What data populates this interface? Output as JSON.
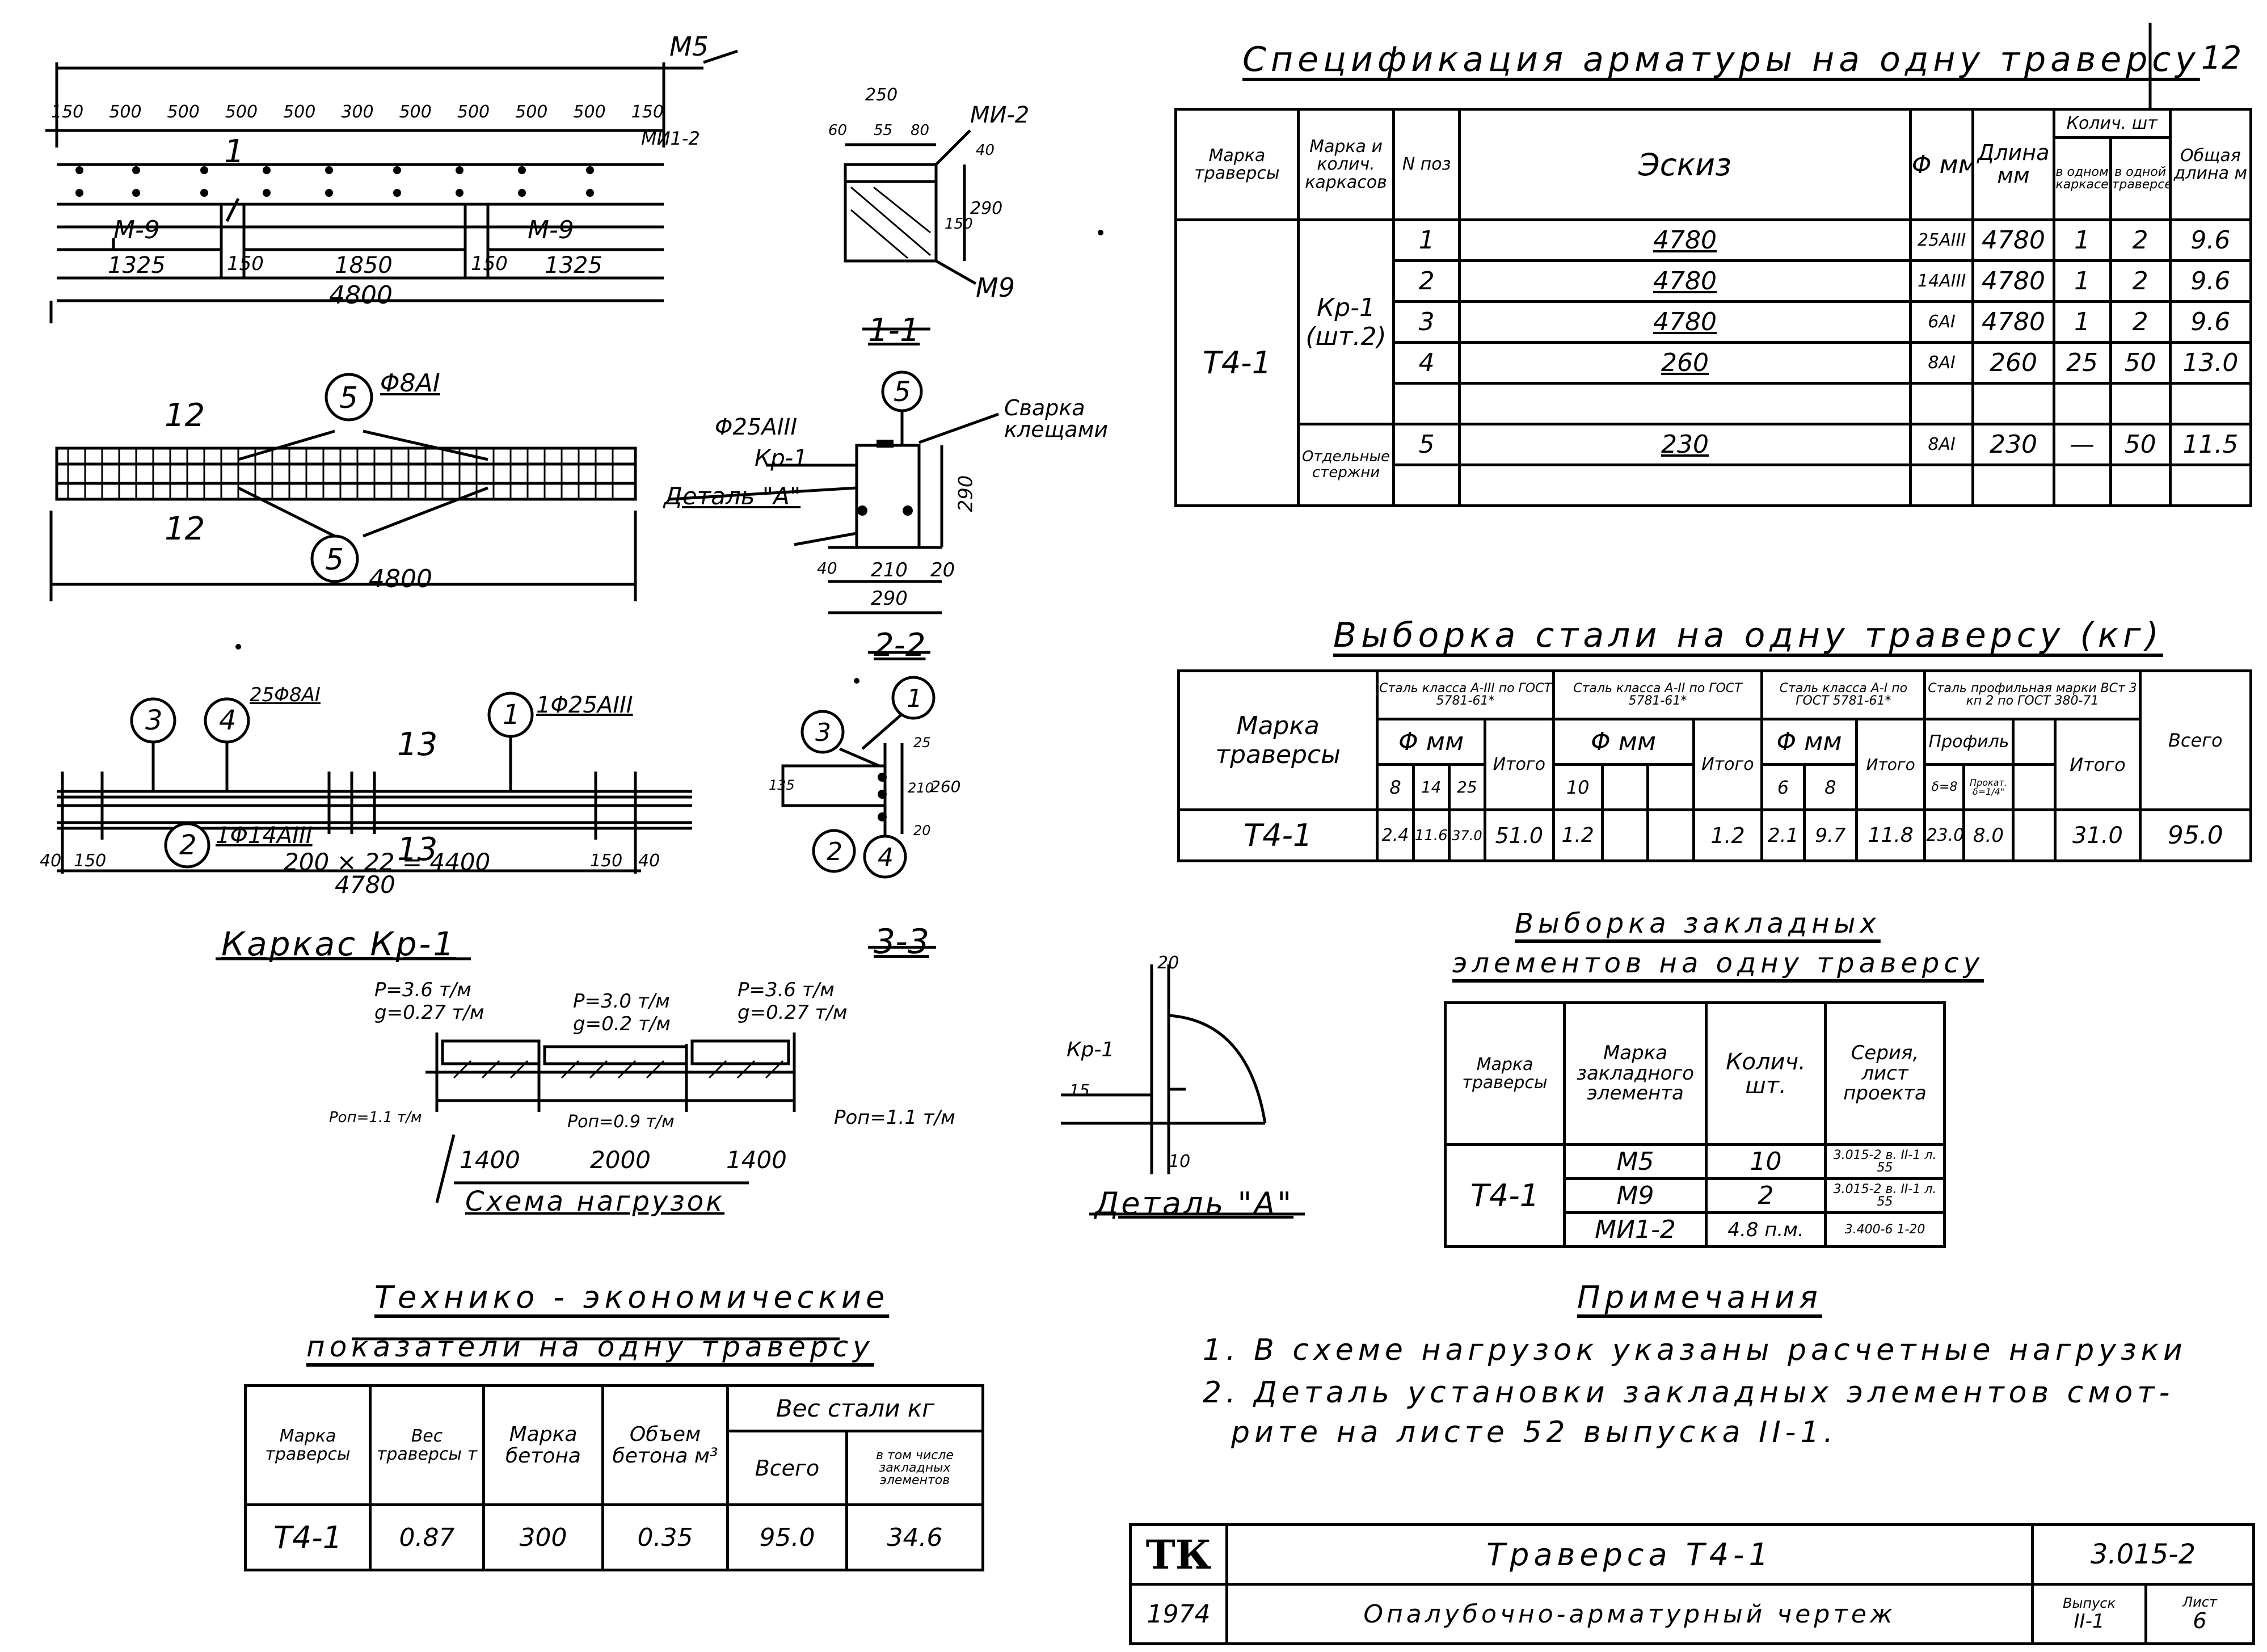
{
  "sheet_number": "12",
  "drawings": {
    "top": {
      "m5": "M5",
      "dims": [
        "150",
        "500",
        "500",
        "500",
        "500",
        "300",
        "500",
        "500",
        "500",
        "500",
        "150"
      ],
      "mi12": "MИ1-2",
      "m9a": "M-9",
      "m9b": "M-9",
      "section_mark": "1",
      "bottom_dims": [
        "1325",
        "150",
        "1850",
        "150",
        "1325"
      ],
      "total": "4800"
    },
    "section11": {
      "w": "250",
      "d1": "60",
      "d2": "55",
      "d3": "80",
      "mi2": "MИ-2",
      "d4": "40",
      "h1": "150",
      "h2": "290",
      "m9": "M9",
      "title": "1-1"
    },
    "plan": {
      "mark_top": "12",
      "mark_bot": "12",
      "pos": "5",
      "bar": "Φ8AI",
      "total": "4800"
    },
    "section22": {
      "pos": "5",
      "bar": "Φ25AIII",
      "weld": "Сварка клещами",
      "kr": "Кр-1",
      "detail": "Деталь \"А\"",
      "h": "290",
      "w1": "40",
      "w2": "210",
      "w3": "20",
      "w4": "290",
      "title": "2-2"
    },
    "frame": {
      "p3": "3",
      "p4": "4",
      "p1": "1",
      "p2": "2",
      "bar4": "25Φ8AI",
      "bar1": "1Φ25AIII",
      "bar2": "1Φ14AIII",
      "mark": "13",
      "dim": "200 × 22 = 4400",
      "l": "40",
      "l2": "150",
      "r": "150",
      "r2": "40",
      "total": "4780",
      "title": "Каркас Кр-1"
    },
    "section33": {
      "p1": "1",
      "p2": "2",
      "p3": "3",
      "p4": "4",
      "d1": "25",
      "d2": "135",
      "d3": "210",
      "d4": "260",
      "d5": "20",
      "title": "3-3"
    },
    "loads": {
      "p1": "P=3.6 т/м",
      "g1": "g=0.27 т/м",
      "p2": "P=3.0 т/м",
      "g2": "g=0.2 т/м",
      "p3": "P=3.6 т/м",
      "g3": "g=0.27 т/м",
      "r1": "Pоп=1.1 т/м",
      "r2": "Pоп=0.9 т/м",
      "r3": "Pоп=1.1 т/м",
      "d1": "1400",
      "d2": "2000",
      "d3": "1400",
      "title": "Схема нагрузок"
    },
    "detailA": {
      "kr": "Кр-1",
      "d1": "20",
      "d2": "15",
      "d3": "10",
      "title": "Деталь \"А\""
    }
  },
  "spec": {
    "title": "Спецификация арматуры на одну траверсу",
    "headers": {
      "mark": "Марка траверсы",
      "frame": "Марка и колич. каркасов",
      "pos": "N поз",
      "sketch": "Эскиз",
      "dia": "Φ мм",
      "len": "Длина мм",
      "qty": "Колич. шт",
      "qty1": "в одном каркасе",
      "qty2": "в одной траверсе",
      "total": "Общая длина м"
    },
    "mark": "Т4-1",
    "frame": "Кр-1 (шт.2)",
    "separate": "Отдельные стержни",
    "rows": [
      {
        "pos": "1",
        "sketch": "4780",
        "dia": "25AIII",
        "len": "4780",
        "q1": "1",
        "q2": "2",
        "tot": "9.6"
      },
      {
        "pos": "2",
        "sketch": "4780",
        "dia": "14AIII",
        "len": "4780",
        "q1": "1",
        "q2": "2",
        "tot": "9.6"
      },
      {
        "pos": "3",
        "sketch": "4780",
        "dia": "6AI",
        "len": "4780",
        "q1": "1",
        "q2": "2",
        "tot": "9.6"
      },
      {
        "pos": "4",
        "sketch": "260",
        "dia": "8AI",
        "len": "260",
        "q1": "25",
        "q2": "50",
        "tot": "13.0"
      },
      {
        "pos": "5",
        "sketch": "230",
        "dia": "8AI",
        "len": "230",
        "q1": "—",
        "q2": "50",
        "tot": "11.5"
      }
    ]
  },
  "steel": {
    "title": "Выборка стали на одну траверсу (кг)",
    "headers": {
      "mark": "Марка траверсы",
      "g1": "Сталь класса A-III по ГОСТ 5781-61*",
      "g2": "Сталь класса A-II по ГОСТ 5781-61*",
      "g3": "Сталь класса A-I по ГОСТ 5781-61*",
      "g4": "Сталь профильная марки ВСт 3 кп 2 по ГОСТ 380-71",
      "dia": "Φ мм",
      "prof": "Профиль",
      "itogo": "Итого",
      "vsego": "Всего",
      "d8": "8",
      "d14": "14",
      "d25": "25",
      "d10": "10",
      "d6": "6",
      "d8b": "8",
      "pa": "δ=8",
      "pb": "Прокат. δ=1/4\""
    },
    "row": {
      "mark": "Т4-1",
      "a8": "2.4",
      "a14": "11.6",
      "a25": "37.0",
      "ai": "51.0",
      "b10": "1.2",
      "bi": "1.2",
      "c6": "2.1",
      "c8": "9.7",
      "ci": "11.8",
      "pa": "23.0",
      "pb": "8.0",
      "pi": "31.0",
      "all": "95.0"
    }
  },
  "embed": {
    "title1": "Выборка закладных",
    "title2": "элементов на одну траверсу",
    "headers": {
      "mark": "Марка траверсы",
      "elem": "Марка закладного элемента",
      "qty": "Колич. шт.",
      "series": "Серия, лист проекта"
    },
    "mark": "Т4-1",
    "rows": [
      {
        "elem": "М5",
        "qty": "10",
        "series": "3.015-2 в. II-1 л. 55"
      },
      {
        "elem": "М9",
        "qty": "2",
        "series": "3.015-2 в. II-1 л. 55"
      },
      {
        "elem": "МИ1-2",
        "qty": "4.8 п.м.",
        "series": "3.400-6 1-20"
      }
    ]
  },
  "notes": {
    "title": "Примечания",
    "items": [
      "1. В схеме нагрузок указаны расчетные нагрузки",
      "2. Деталь установки закладных элементов смот-",
      "рите на листе 52 выпуска II-1."
    ]
  },
  "tech": {
    "title1": "Технико - экономические",
    "title2": "показатели на одну траверсу",
    "headers": {
      "mark": "Марка траверсы",
      "weight": "Вес траверсы т",
      "concrete": "Марка бетона",
      "volume": "Объем бетона м³",
      "steel": "Вес стали кг",
      "all": "Всего",
      "embed": "в том числе закладных элементов"
    },
    "row": {
      "mark": "Т4-1",
      "weight": "0.87",
      "concrete": "300",
      "volume": "0.35",
      "all": "95.0",
      "embed": "34.6"
    }
  },
  "stamp": {
    "logo": "ТК",
    "year": "1974",
    "title1": "Траверса Т4-1",
    "title2": "Опалубочно-арматурный чертеж",
    "series": "3.015-2",
    "issue_h": "Выпуск",
    "sheet_h": "Лист",
    "issue": "II-1",
    "sheet": "6"
  }
}
